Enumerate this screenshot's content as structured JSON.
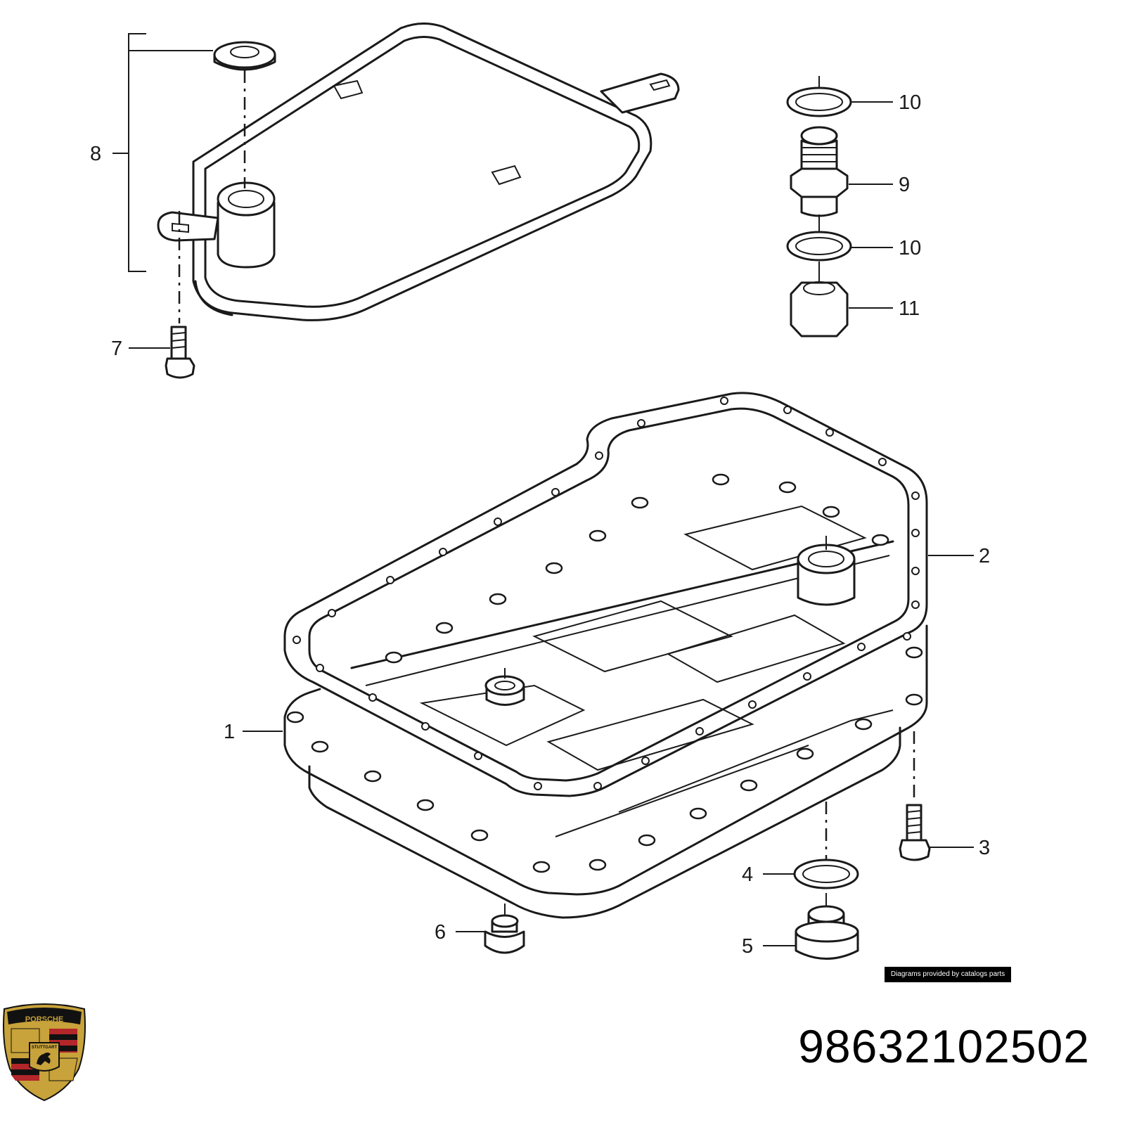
{
  "callouts": [
    {
      "id": "1",
      "label": "1"
    },
    {
      "id": "2",
      "label": "2"
    },
    {
      "id": "3",
      "label": "3"
    },
    {
      "id": "4",
      "label": "4"
    },
    {
      "id": "5",
      "label": "5"
    },
    {
      "id": "6",
      "label": "6"
    },
    {
      "id": "7",
      "label": "7"
    },
    {
      "id": "8",
      "label": "8"
    },
    {
      "id": "9",
      "label": "9"
    },
    {
      "id": "10a",
      "label": "10"
    },
    {
      "id": "10b",
      "label": "10"
    },
    {
      "id": "11",
      "label": "11"
    }
  ],
  "credit": "Diagrams provided by catalogs parts",
  "part_number": "98632102502",
  "logo": {
    "name": "porsche-crest",
    "top_text": "PORSCHE",
    "center_text": "STUTTGART"
  },
  "colors": {
    "line": "#1a1a1a",
    "crest_gold": "#c8a23a",
    "crest_red": "#b3262a",
    "crest_black": "#111111"
  }
}
